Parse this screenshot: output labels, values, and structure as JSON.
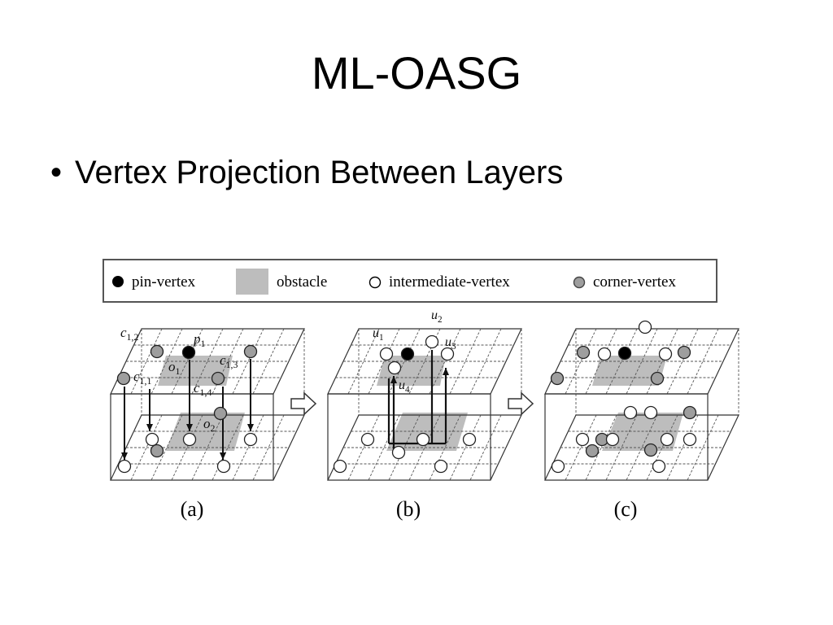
{
  "slide": {
    "title": "ML-OASG",
    "bullet": "Vertex Projection Between Layers"
  },
  "legend": {
    "pin": "pin-vertex",
    "obstacle": "obstacle",
    "intermediate": "intermediate-vertex",
    "corner": "corner-vertex"
  },
  "panels": {
    "a": {
      "caption": "(a)",
      "labels": [
        {
          "base": "c",
          "sub": "1,2"
        },
        {
          "base": "p",
          "sub": "1"
        },
        {
          "base": "o",
          "sub": "1"
        },
        {
          "base": "c",
          "sub": "1,3"
        },
        {
          "base": "c",
          "sub": "1,1"
        },
        {
          "base": "c",
          "sub": "1,4"
        },
        {
          "base": "o",
          "sub": "2"
        }
      ]
    },
    "b": {
      "caption": "(b)",
      "labels": [
        {
          "base": "u",
          "sub": "1"
        },
        {
          "base": "u",
          "sub": "2"
        },
        {
          "base": "u",
          "sub": "3"
        },
        {
          "base": "u",
          "sub": "4"
        }
      ]
    },
    "c": {
      "caption": "(c)"
    }
  },
  "colors": {
    "obstacle": "#bdbdbd",
    "corner": "#9e9e9e",
    "pin": "#000000",
    "intermediate": "#ffffff"
  }
}
